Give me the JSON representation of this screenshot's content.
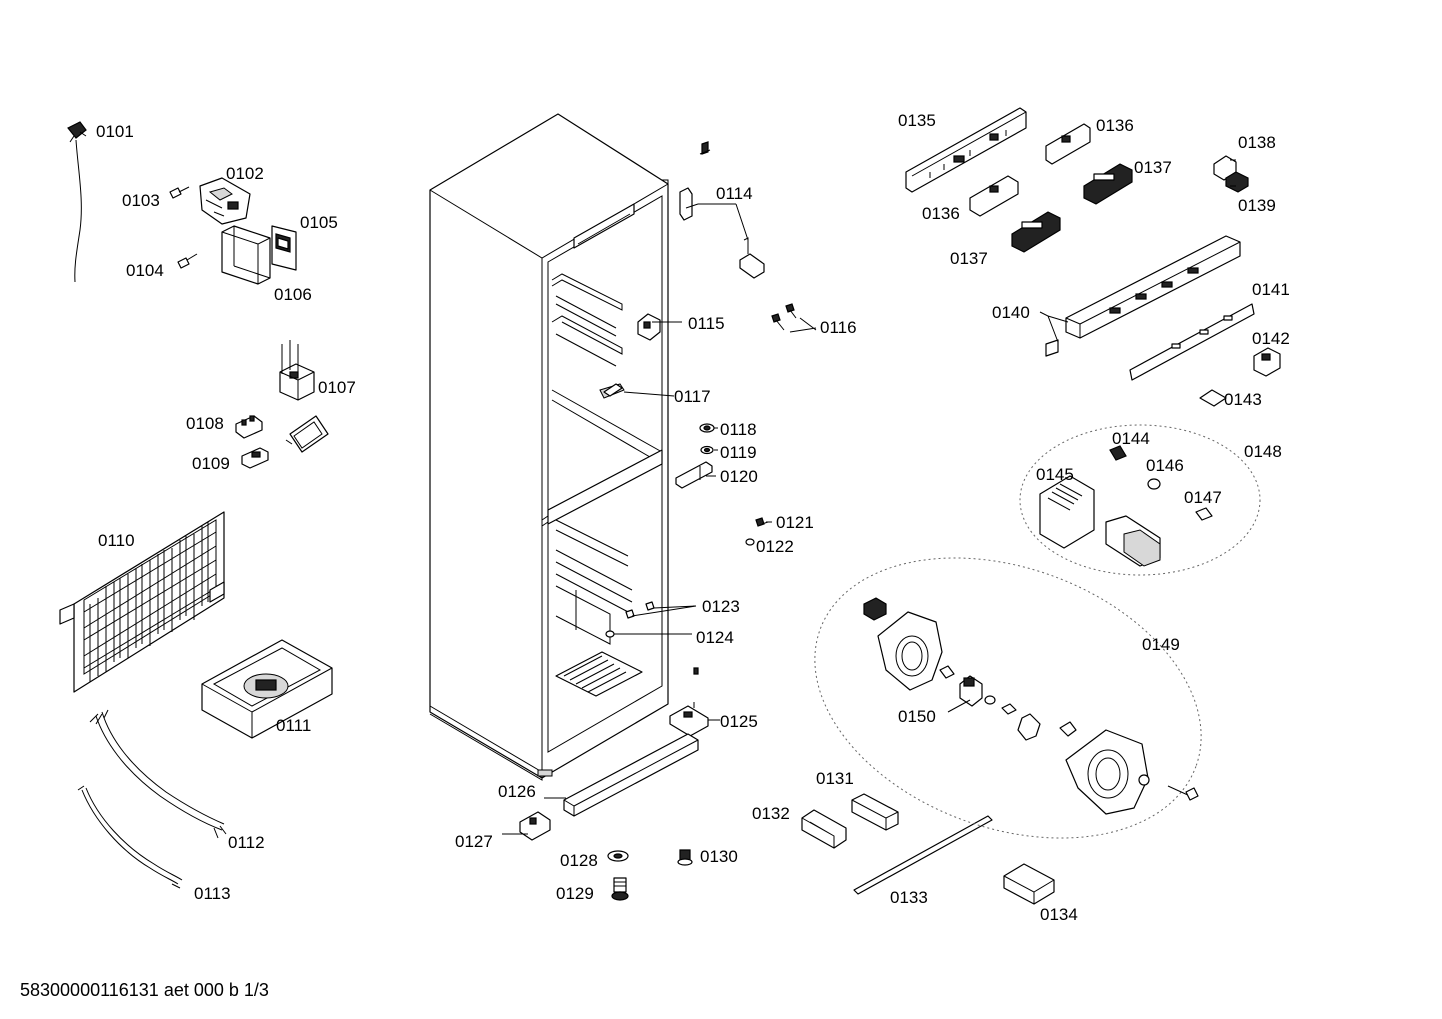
{
  "document_code": "58300000116131 aet 000 b 1/3",
  "parts": [
    "0101",
    "0102",
    "0103",
    "0104",
    "0105",
    "0106",
    "0107",
    "0108",
    "0109",
    "0110",
    "0111",
    "0112",
    "0113",
    "0114",
    "0115",
    "0116",
    "0117",
    "0118",
    "0119",
    "0120",
    "0121",
    "0122",
    "0123",
    "0124",
    "0125",
    "0126",
    "0127",
    "0128",
    "0129",
    "0130",
    "0131",
    "0132",
    "0133",
    "0134",
    "0135",
    "0136",
    "0136",
    "0137",
    "0137",
    "0138",
    "0139",
    "0140",
    "0141",
    "0142",
    "0143",
    "0144",
    "0145",
    "0146",
    "0147",
    "0148",
    "0149",
    "0150"
  ]
}
